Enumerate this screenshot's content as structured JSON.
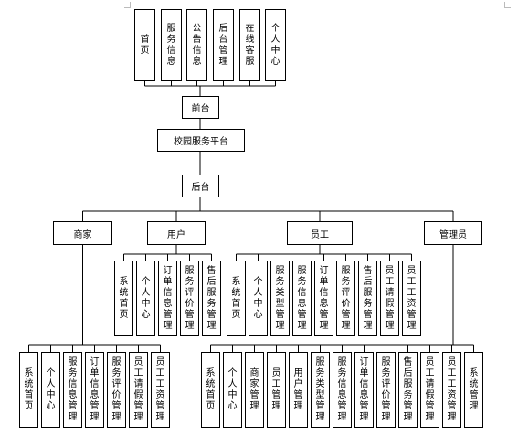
{
  "diagram": {
    "portal": "校园服务平台",
    "frontend": {
      "label": "前台",
      "modules": [
        "首页",
        "服务信息",
        "公告信息",
        "后台管理",
        "在线客服",
        "个人中心"
      ]
    },
    "backend": {
      "label": "后台",
      "roles": [
        {
          "name": "商家",
          "modules": [
            "系统首页",
            "个人中心",
            "服务信息管理",
            "订单信息管理",
            "服务评价管理",
            "员工请假管理",
            "员工工资管理"
          ]
        },
        {
          "name": "用户",
          "modules": [
            "系统首页",
            "个人中心",
            "订单信息管理",
            "服务评价管理",
            "售后服务管理"
          ]
        },
        {
          "name": "员工",
          "modules": [
            "系统首页",
            "个人中心",
            "服务类型管理",
            "服务信息管理",
            "订单信息管理",
            "服务评价管理",
            "售后服务管理",
            "员工请假管理",
            "员工工资管理"
          ]
        },
        {
          "name": "管理员",
          "modules": [
            "系统首页",
            "个人中心",
            "商家管理",
            "员工管理",
            "用户管理",
            "服务类型管理",
            "服务信息管理",
            "订单信息管理",
            "服务评价管理",
            "售后服务管理",
            "员工请假管理",
            "员工工资管理",
            "系统管理"
          ]
        }
      ]
    }
  }
}
